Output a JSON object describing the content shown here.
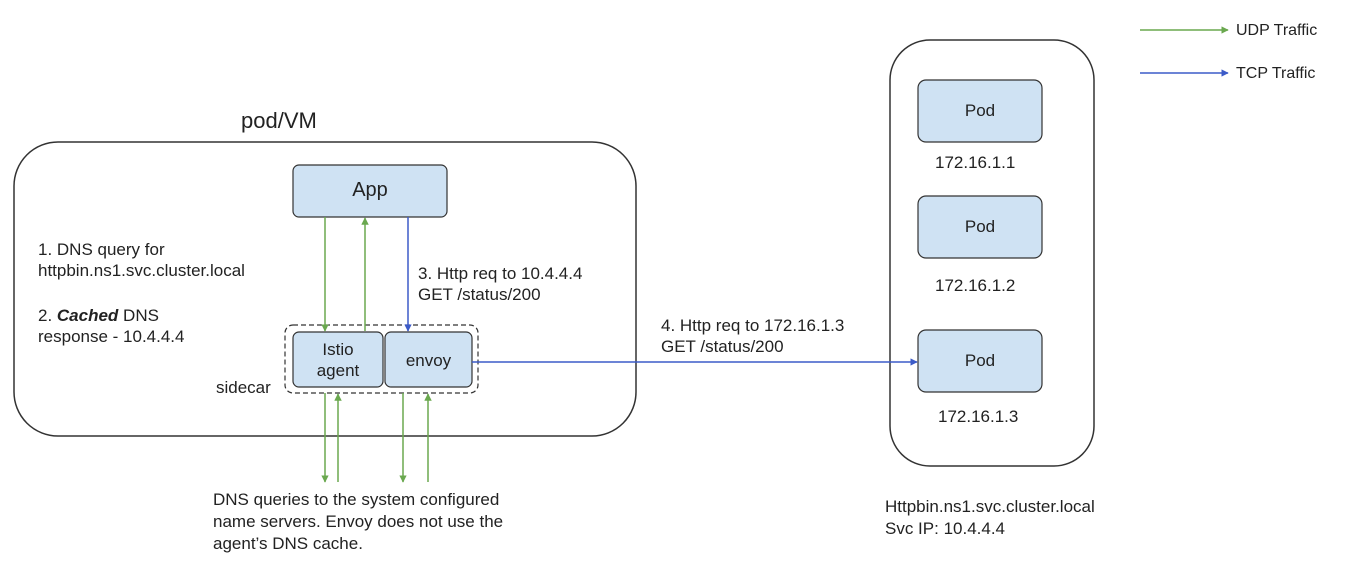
{
  "legend": {
    "udp": "UDP Traffic",
    "tcp": "TCP Traffic"
  },
  "pod_vm": {
    "title": "pod/VM",
    "app": "App",
    "sidecar_label": "sidecar",
    "istio_agent": [
      "Istio",
      "agent"
    ],
    "envoy": "envoy"
  },
  "steps": {
    "step1": [
      "1. DNS query for",
      "httpbin.ns1.svc.cluster.local"
    ],
    "step2": {
      "prefix": "2. ",
      "emphasis": "Cached",
      "rest": " DNS",
      "line2": "response - 10.4.4.4"
    },
    "step3": [
      "3. Http req to 10.4.4.4",
      "GET /status/200"
    ],
    "step4": [
      "4. Http req to 172.16.1.3",
      "GET /status/200"
    ]
  },
  "dns_note": [
    "DNS queries to the system configured",
    "name servers. Envoy does not use the",
    "agent’s DNS cache."
  ],
  "service": {
    "pods": [
      {
        "label": "Pod",
        "ip": "172.16.1.1"
      },
      {
        "label": "Pod",
        "ip": "172.16.1.2"
      },
      {
        "label": "Pod",
        "ip": "172.16.1.3"
      }
    ],
    "name": "Httpbin.ns1.svc.cluster.local",
    "ip": "Svc IP: 10.4.4.4"
  },
  "colors": {
    "box_fill": "#cfe2f3",
    "box_stroke": "#333333",
    "udp": "#6aa84f",
    "tcp": "#3c5bc8",
    "text": "#222222"
  }
}
